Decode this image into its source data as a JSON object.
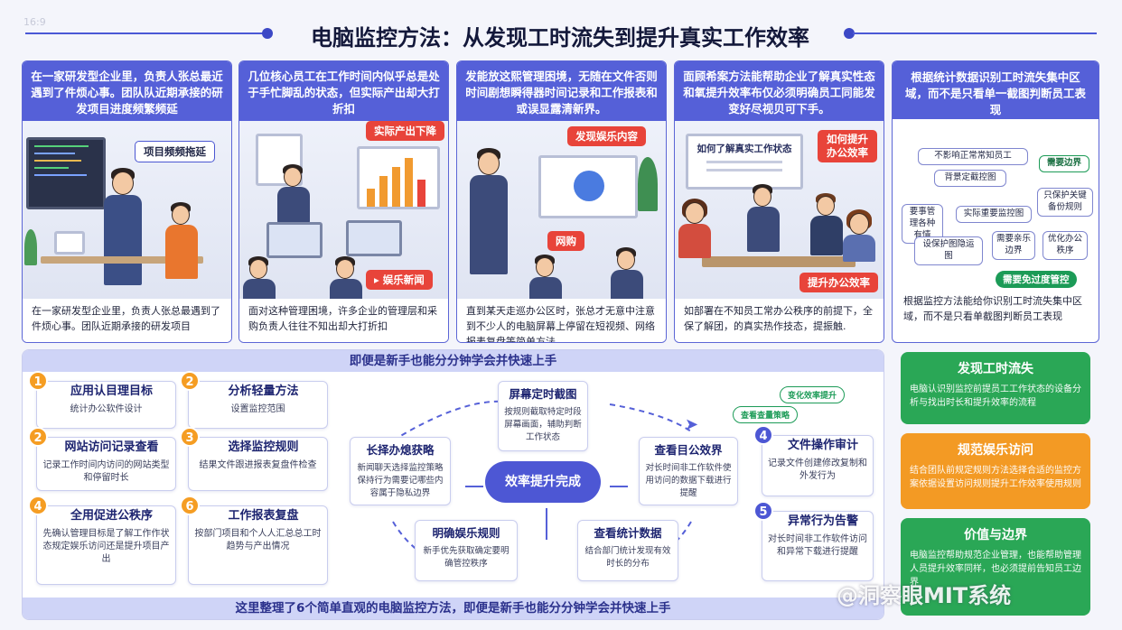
{
  "corner_tag": "16:9",
  "title": "电脑监控方法：从发现工时流失到提升真实工作效率",
  "colors": {
    "accent": "#5560d8",
    "tag_red": "#e8443a",
    "orange": "#f39a24",
    "green": "#2aa756"
  },
  "panels": [
    {
      "head": "在一家研发型企业里，负责人张总最近遇到了件烦心事。团队队近期承接的研发项目进度频繁频延",
      "tags": [
        "项目频频拖延"
      ],
      "caption": "在一家研发型企业里，负责人张总最遇到了件烦心事。团队近期承接的研发项目"
    },
    {
      "head": "几位核心员工在工作时间内似乎总是处于手忙脚乱的状态，但实际产出却大打折扣",
      "tags": [
        "实际产出下降",
        "娱乐新闻"
      ],
      "caption": "面对这种管理困境，许多企业的管理层和采购负责人往往不知出却大打折扣"
    },
    {
      "head": "发能放这熙管理困境，无随在文件否则时间剧想瞬得器时间记录和工作报表和或误显露清新界。",
      "tags": [
        "发现娱乐内容",
        "网购"
      ],
      "caption": "直到某天走巡办公区时，张总才无意中注意到不少人的电脑屏幕上停留在短视频、网络报表复盘等简单方法、"
    },
    {
      "head": "面顾希案方法能帮助企业了解真实性态和氧提升效率布仅必须明确员工同能发变好尽视贝可下手。",
      "tags": [
        "如何提升办公效率",
        "提升办公效率"
      ],
      "screen_text": "如何了解真实工作状态",
      "caption": "如部署在不知员工常办公秩序的前提下，全保了解团，的真实热作技态，提振触."
    }
  ],
  "right_panel": {
    "head": "根据统计数据识别工时流失集中区域，而不是只看单一截图判断员工表现",
    "nodes": [
      "不影响正常常知员工",
      "需要边界",
      "背景定截控图",
      "只保护关键备份规则",
      "要事管理各种有情",
      "实际重要监控图",
      "设保护图隐运图",
      "需要亲乐边界",
      "优化办公秩序"
    ],
    "pill": "需要免过度管控",
    "caption": "根据监控方法能给你识别工时流失集中区域，而不是只看单截图判断员工表现"
  },
  "bottom": {
    "banner_top": "即便是新手也能分分钟学会并快速上手",
    "banner_bottom": "这里整理了6个简单直观的电脑监控方法，即便是新手也能分分钟学会并快速上手",
    "steps": [
      {
        "num": "1",
        "title": "应用认目理目标",
        "desc": "统计办公软件设计"
      },
      {
        "num": "2",
        "title": "分析轻量方法",
        "desc": "设置监控范围"
      },
      {
        "num": "2",
        "title": "网站访问记录查看",
        "desc": "记录工作时间内访问的网站类型和停留时长"
      },
      {
        "num": "3",
        "title": "选择监控规则",
        "desc": "结果文件跟进报表复盘件检查"
      },
      {
        "num": "4",
        "title": "全用促进公秩序",
        "desc": "先确认管理目标是了解工作作状态规定娱乐访问还是提升项目产出"
      },
      {
        "num": "6",
        "title": "工作报表复盘",
        "desc": "按部门项目和个人人汇总总工时趋势与产出情况"
      }
    ],
    "cycle": {
      "center": "效率提升完成",
      "top": {
        "title": "屏幕定时截图",
        "desc": "按规则截取特定时段屏幕画面，辅助判断工作状态"
      },
      "left": {
        "title": "长择办熄获略",
        "desc": "新闻聊天选择监控策略保持行为需要记哪些内容属于隐私边界"
      },
      "right": {
        "title": "查看目公效界",
        "desc": "对长时间非工作软件使用访问的数据下载进行提醒"
      },
      "bottom_left": {
        "title": "明确娱乐规则",
        "desc": "新手优先获取确定要明确管控秩序"
      },
      "bottom_right": {
        "title": "查看统计数据",
        "desc": "结合部门统计发现有效时长的分布"
      },
      "tag1": "变化效率提升",
      "tag2": "查看查量策略"
    },
    "extra": [
      {
        "num": "4",
        "title": "文件操作审计",
        "desc": "记录文件创建修改复制和外发行为"
      },
      {
        "num": "5",
        "title": "异常行为告警",
        "desc": "对长时间非工作软件访问和异常下载进行提醒"
      }
    ]
  },
  "side_cards": [
    {
      "title": "发现工时流失",
      "body": "电脑认识别监控前提员工工作状态的设备分析与找出时长和提升效率的流程"
    },
    {
      "title": "规范娱乐访问",
      "body": "结合团队前规定规则方法选择合适的监控方案依据设置访问规则提升工作效率使用规则"
    },
    {
      "title": "价值与边界",
      "body": "电脑监控帮助规范企业管理，也能帮助管理人员提升效率同样，也必须提前告知员工边界"
    }
  ],
  "watermark": "@洞察眼MIT系统"
}
